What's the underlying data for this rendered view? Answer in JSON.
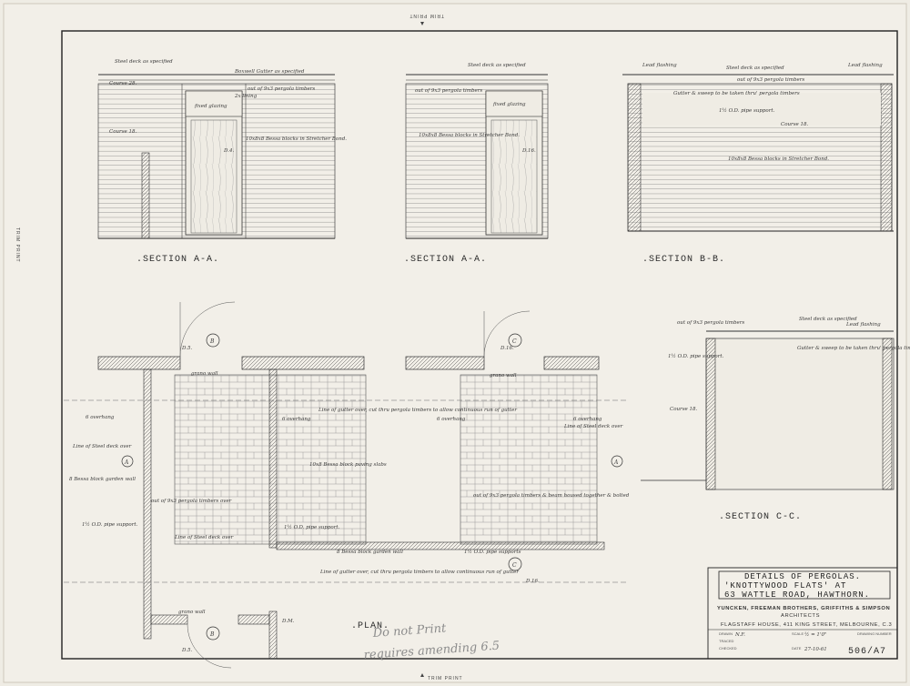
{
  "trim_print": "TRIM PRINT",
  "sections": {
    "aa1": {
      "title": ".SECTION A-A."
    },
    "aa2": {
      "title": ".SECTION A-A."
    },
    "bb": {
      "title": ".SECTION B-B."
    },
    "cc": {
      "title": ".SECTION C-C."
    },
    "plan": {
      "title": ".PLAN."
    }
  },
  "notes": {
    "steel_deck": "Steel deck as specified",
    "box_gutter": "Boxwell Gutter as specified",
    "out_pergola_timbers": "out of 9x3 pergola timbers",
    "lining": "2x lining",
    "fixed_glazing": "fixed glazing",
    "course_28": "Course 28.",
    "course_18": "Course 18.",
    "bessa_blocks": "10x8x8 Bessa blocks in Stretcher Bond.",
    "lead_flashing": "Lead flashing",
    "gutter_sweep": "Gutter & sweep to be taken thru' pergola timbers",
    "pipe_support": "1½ O.D. pipe support.",
    "d4": "D.4.",
    "d16": "D.16.",
    "d5": "D.5.",
    "dm": "D.M.",
    "grano_wall": "grano wall",
    "overhang": "6 overhang",
    "line_gutter_over": "Line of gutter over, cut thru pergola timbers to allow continuous run of gutter",
    "line_steel_deck": "Line of Steel deck over",
    "garden_wall": "8 Bessa block garden wall",
    "out_timbers_over": "out of 9x3 pergola timbers over",
    "paving_slabs": "10x8 Bessa block paving slabs",
    "pipe_supports": "1½ O.D. pipe supports",
    "timbers_housed": "out of 9x3 pergola timbers & beam housed together & bolted"
  },
  "title_block": {
    "line1": "DETAILS OF PERGOLAS.",
    "line2": "'KNOTTYWOOD FLATS' AT",
    "line3": "63 WATTLE ROAD, HAWTHORN.",
    "firm": "YUNCKEN, FREEMAN BROTHERS, GRIFFITHS & SIMPSON",
    "role": "ARCHITECTS",
    "address": "FLAGSTAFF HOUSE, 411 KING STREET, MELBOURNE, C.3",
    "drawn_label": "DRAWN",
    "drawn_value": "N.F.",
    "traced_label": "TRACED",
    "checked_label": "CHECKED",
    "scale_label": "SCALE",
    "scale_value": "½ = 1'0\"",
    "drawing_number_label": "DRAWING NUMBER",
    "date_label": "DATE",
    "date_value": "27-10-61",
    "sheet_number": "506/A7"
  },
  "pencil_annotation": "Do not Print",
  "pencil_annotation2": "requires amending 6.5"
}
